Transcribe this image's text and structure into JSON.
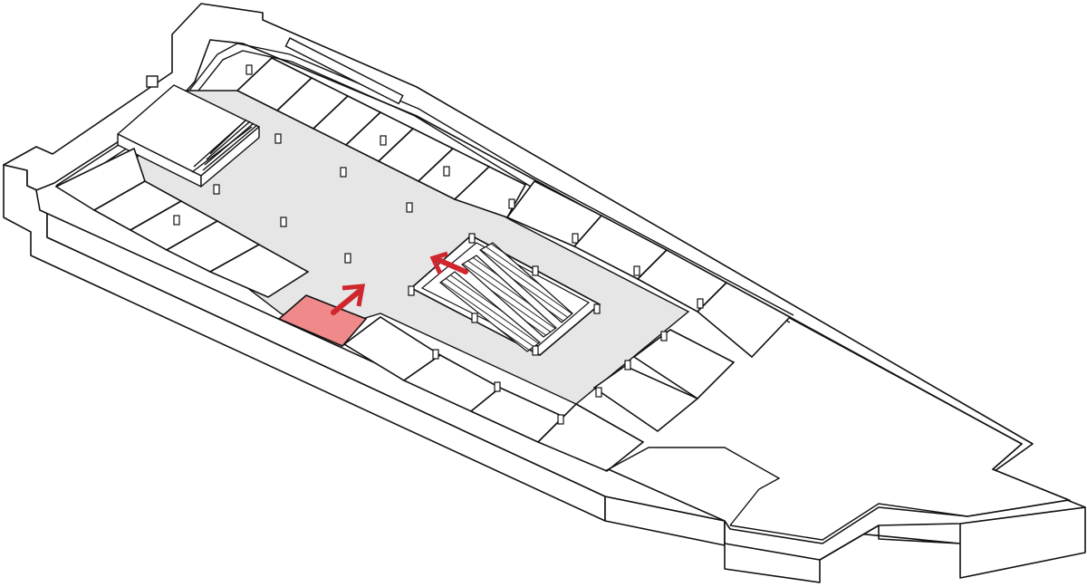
{
  "diagram": {
    "kind": "isometric-floor-plan",
    "text_labels": []
  },
  "colors": {
    "background": "#ffffff",
    "line": "#111111",
    "concourse_fill": "#e6e6e6",
    "highlight_fill": "#f08a8a",
    "arrow": "#d0262d"
  },
  "elements": {
    "highlighted_store": "highlighted-store",
    "arrows": [
      "route-arrow-entrance",
      "route-arrow-escalator"
    ],
    "escalator": "escalator-bank",
    "stair": "stair-block"
  }
}
